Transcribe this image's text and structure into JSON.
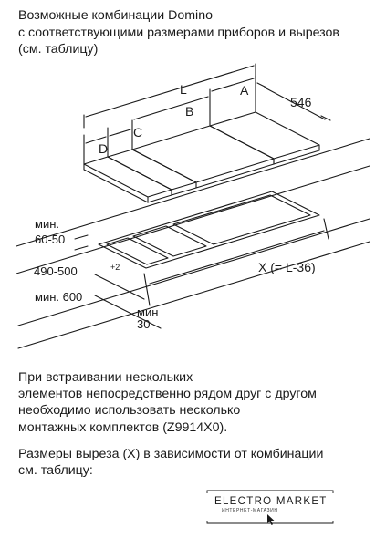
{
  "header": {
    "line1": "Возможные комбинации Domino",
    "line2": "с соответствующими размерами приборов и вырезов",
    "line3": "(см. таблицу)"
  },
  "drawing": {
    "label_L": "L",
    "label_A": "A",
    "label_B": "B",
    "label_C": "C",
    "label_D": "D",
    "label_546": "546",
    "label_min_a": "мин.",
    "label_60_50": "60-50",
    "label_490_500": "490-500",
    "label_490_sup": "+2",
    "label_min600": "мин. 600",
    "label_X": "X (= L-36)",
    "label_min_b": "мин",
    "label_30": "30"
  },
  "paragraph1": {
    "line1": "При встраивании нескольких",
    "line2": "элементов непосредственно рядом друг с другом",
    "line3": "необходимо использовать несколько",
    "line4": "монтажных комплектов (Z9914X0)."
  },
  "paragraph2": {
    "line1": "Размеры выреза (X) в зависимости от комбинации",
    "line2": "см. таблицу:"
  },
  "logo": {
    "name": "ELECTRO MARKET",
    "tagline": "ИНТЕРНЕТ-МАГАЗИН"
  }
}
